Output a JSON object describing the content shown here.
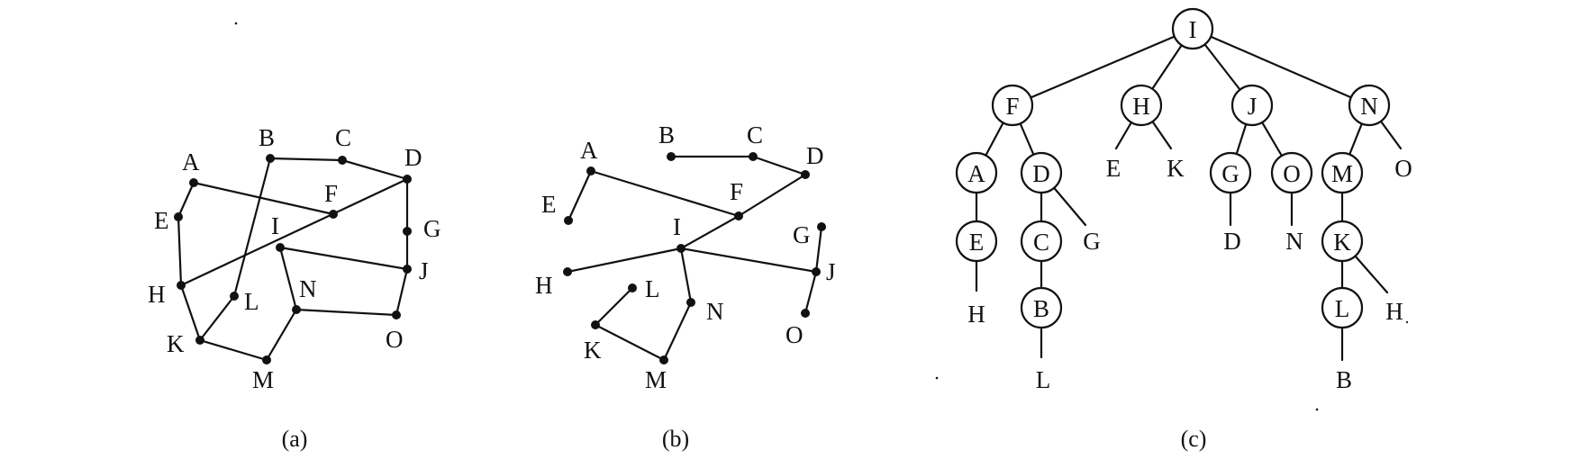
{
  "panels": {
    "a": {
      "caption": "(a)",
      "vertices": [
        "A",
        "B",
        "C",
        "D",
        "E",
        "F",
        "G",
        "H",
        "I",
        "J",
        "K",
        "L",
        "M",
        "N",
        "O"
      ],
      "edges": [
        [
          "A",
          "F"
        ],
        [
          "A",
          "E"
        ],
        [
          "E",
          "H"
        ],
        [
          "H",
          "K"
        ],
        [
          "B",
          "C"
        ],
        [
          "C",
          "D"
        ],
        [
          "D",
          "G"
        ],
        [
          "G",
          "J"
        ],
        [
          "J",
          "O"
        ],
        [
          "O",
          "N"
        ],
        [
          "N",
          "M"
        ],
        [
          "N",
          "I"
        ],
        [
          "I",
          "J"
        ],
        [
          "H",
          "D"
        ],
        [
          "B",
          "L"
        ],
        [
          "L",
          "K"
        ],
        [
          "K",
          "M"
        ]
      ]
    },
    "b": {
      "caption": "(b)",
      "vertices": [
        "A",
        "B",
        "C",
        "D",
        "E",
        "F",
        "G",
        "H",
        "I",
        "J",
        "K",
        "L",
        "M",
        "N",
        "O"
      ],
      "edges": [
        [
          "A",
          "E"
        ],
        [
          "A",
          "F"
        ],
        [
          "B",
          "C"
        ],
        [
          "C",
          "D"
        ],
        [
          "D",
          "F"
        ],
        [
          "F",
          "I"
        ],
        [
          "I",
          "H"
        ],
        [
          "I",
          "J"
        ],
        [
          "I",
          "N"
        ],
        [
          "N",
          "M"
        ],
        [
          "M",
          "K"
        ],
        [
          "K",
          "L"
        ],
        [
          "G",
          "J"
        ],
        [
          "J",
          "O"
        ]
      ]
    },
    "c": {
      "caption": "(c)",
      "circled": [
        "I",
        "F",
        "H",
        "J",
        "N",
        "A",
        "D",
        "G",
        "O",
        "M",
        "E",
        "C",
        "K",
        "B",
        "L"
      ],
      "plain": [
        "E",
        "K",
        "G",
        "D",
        "N",
        "O",
        "H",
        "L",
        "H",
        "B"
      ]
    }
  }
}
